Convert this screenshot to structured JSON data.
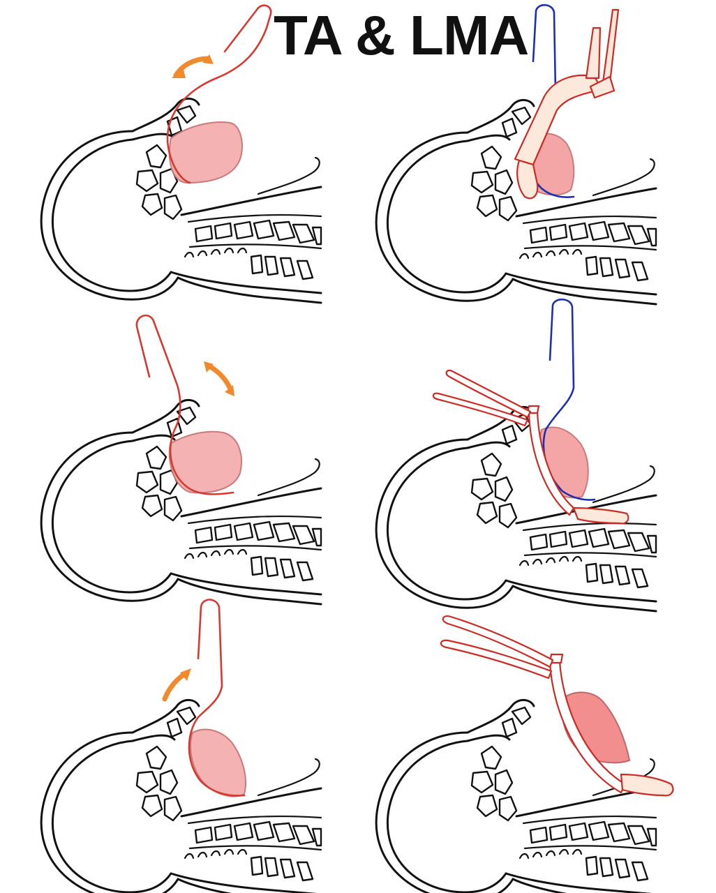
{
  "title": "TA & LMA",
  "colors": {
    "tongue_fill": "#f4b2b2",
    "tongue_fill_dark": "#ef9a9a",
    "blade_red": "#d9382f",
    "laryngoscope_blue": "#1b2fb0",
    "arrow_orange": "#f08a2c",
    "tube_red": "#cc2a23",
    "tube_fill": "#fde8dc",
    "outline": "#111111"
  },
  "panels": [
    {
      "id": "left-1",
      "tool": "tongue-retractor",
      "arrow": "counter-clockwise",
      "icon": "curved-arrow-icon"
    },
    {
      "id": "right-1",
      "tool": "laryngoscope-with-lma",
      "icon": "lma-tube-icon"
    },
    {
      "id": "left-2",
      "tool": "tongue-retractor",
      "arrow": "clockwise",
      "icon": "curved-arrow-icon"
    },
    {
      "id": "right-2",
      "tool": "laryngoscope-with-lma",
      "icon": "lma-tube-icon"
    },
    {
      "id": "left-3",
      "tool": "tongue-retractor",
      "arrow": "upward",
      "icon": "curved-arrow-icon"
    },
    {
      "id": "right-3",
      "tool": "lma-placed",
      "icon": "lma-tube-icon"
    }
  ]
}
